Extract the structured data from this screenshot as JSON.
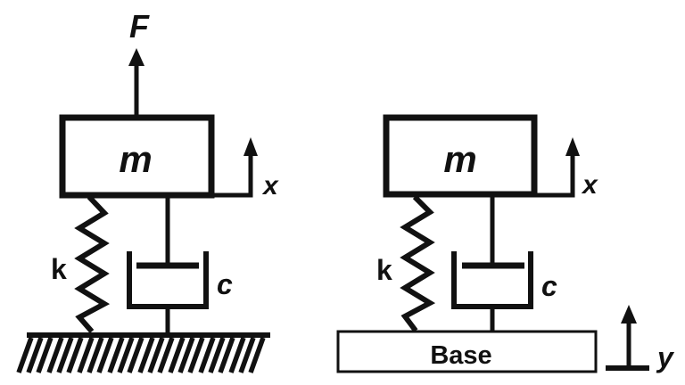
{
  "diagram": {
    "title_semantics": "mass-spring-damper systems",
    "line_color": "#111111",
    "background_color": "#ffffff",
    "left_system": {
      "force_label": "F",
      "mass_label": "m",
      "displacement_label": "x",
      "spring_label": "k",
      "damper_label": "c"
    },
    "right_system": {
      "mass_label": "m",
      "displacement_label": "x",
      "spring_label": "k",
      "damper_label": "c",
      "base_label": "Base",
      "base_displacement_label": "y"
    }
  }
}
